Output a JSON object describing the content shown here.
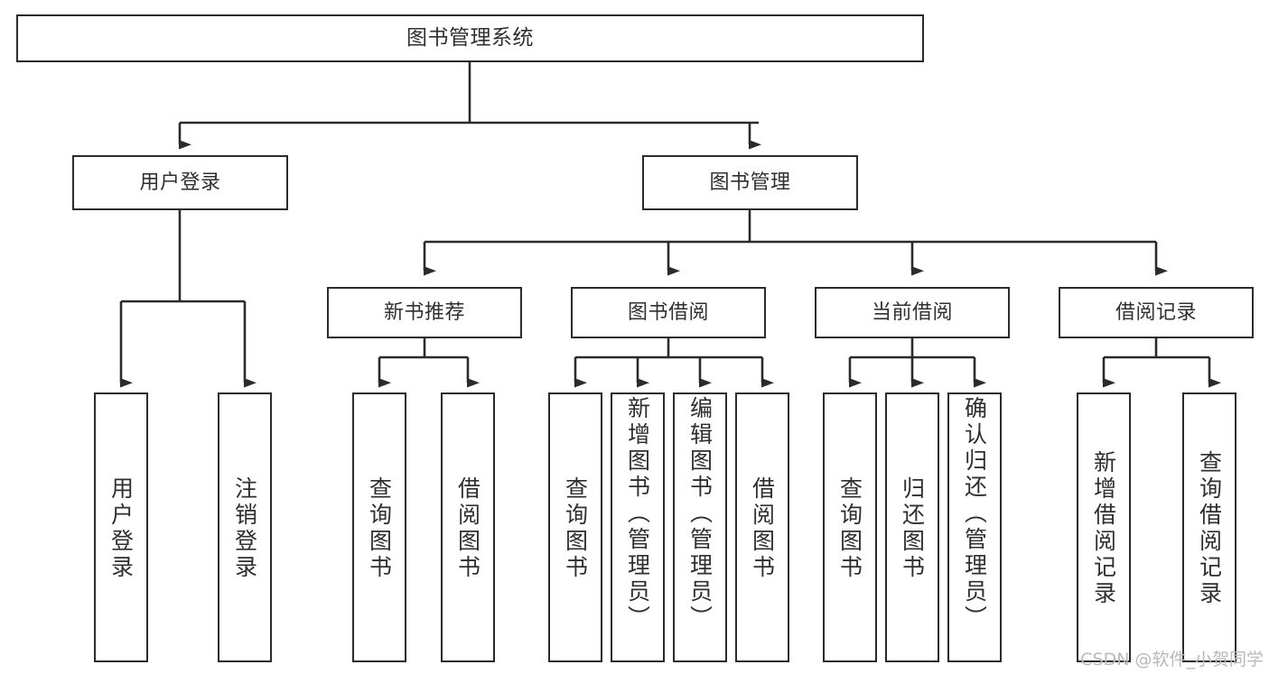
{
  "diagram": {
    "type": "tree-hierarchy",
    "title": "图书管理系统",
    "watermark": "CSDN @软件_小贺同学",
    "colors": {
      "background": "#ffffff",
      "node_fill": "#ffffff",
      "node_stroke": "#2b2b2b",
      "edge_stroke": "#2b2b2b",
      "text": "#2f2f2f",
      "watermark": "#b9b9b9"
    },
    "nodes": {
      "root": {
        "label": "图书管理系统"
      },
      "level2": [
        {
          "id": "user-login",
          "label": "用户登录"
        },
        {
          "id": "book-manage",
          "label": "图书管理"
        }
      ],
      "level3": [
        {
          "id": "new-book-recommend",
          "label": "新书推荐"
        },
        {
          "id": "book-borrow",
          "label": "图书借阅"
        },
        {
          "id": "current-borrow",
          "label": "当前借阅"
        },
        {
          "id": "borrow-record",
          "label": "借阅记录"
        }
      ],
      "leaves": {
        "user_login": [
          {
            "id": "leaf-user-login",
            "label": "用户登录"
          },
          {
            "id": "leaf-logout-login",
            "label": "注销登录"
          }
        ],
        "new_book_recommend": [
          {
            "id": "leaf-query-book-1",
            "label": "查询图书"
          },
          {
            "id": "leaf-borrow-book-1",
            "label": "借阅图书"
          }
        ],
        "book_borrow": [
          {
            "id": "leaf-query-book-2",
            "label": "查询图书"
          },
          {
            "id": "leaf-add-book-admin",
            "label": "新增图书（管理员）"
          },
          {
            "id": "leaf-edit-book-admin",
            "label": "编辑图书（管理员）"
          },
          {
            "id": "leaf-borrow-book-2",
            "label": "借阅图书"
          }
        ],
        "current_borrow": [
          {
            "id": "leaf-query-book-3",
            "label": "查询图书"
          },
          {
            "id": "leaf-return-book",
            "label": "归还图书"
          },
          {
            "id": "leaf-confirm-return-admin",
            "label": "确认归还（管理员）"
          }
        ],
        "borrow_record": [
          {
            "id": "leaf-add-borrow-record",
            "label": "新增借阅记录"
          },
          {
            "id": "leaf-query-borrow-record",
            "label": "查询借阅记录"
          }
        ]
      }
    }
  }
}
